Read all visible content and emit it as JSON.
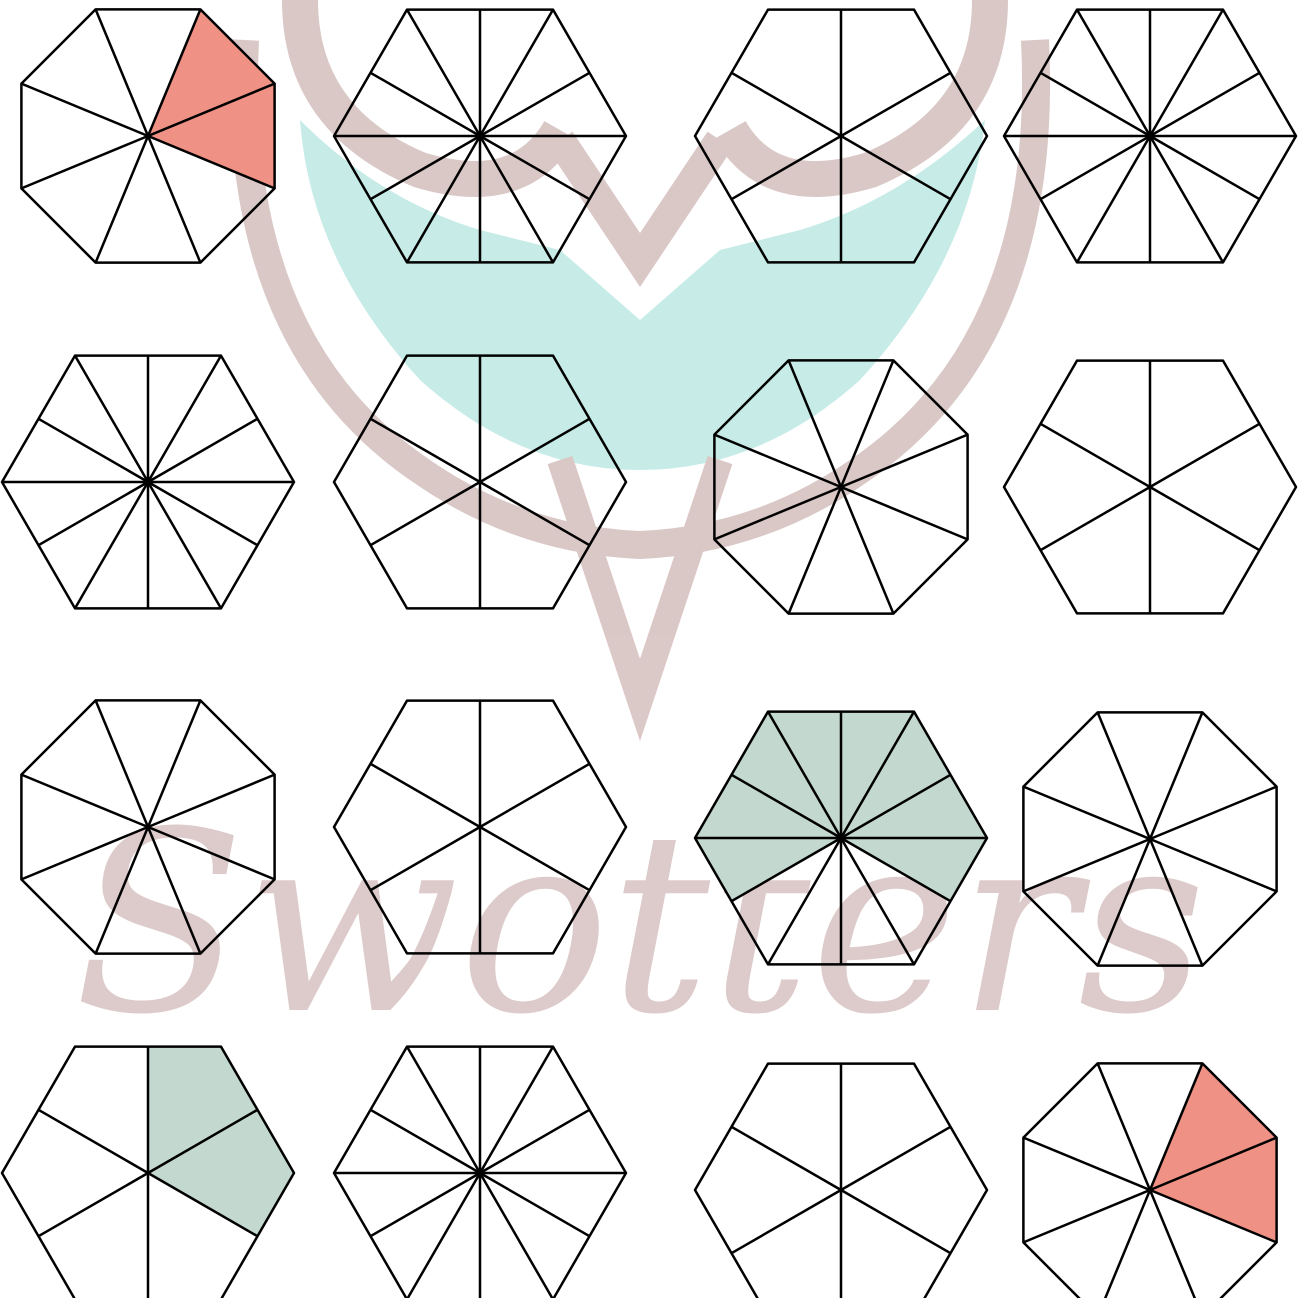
{
  "watermark": {
    "text": "Swotters",
    "logo_ring_color": "#d8c6c4",
    "logo_fill_color": "#c5ece7",
    "text_color": "#d7c3c1"
  },
  "colors": {
    "outline": "#000000",
    "background": "#ffffff",
    "red_fill": "#ef9285",
    "green_fill": "#c3d9cf"
  },
  "shapes": [
    {
      "polygon": "octagon",
      "sectors": 8,
      "shaded": [
        6,
        7
      ],
      "fill": "red"
    },
    {
      "polygon": "hexagon",
      "sectors": 12,
      "shaded": [],
      "fill": "none"
    },
    {
      "polygon": "hexagon",
      "sectors": 6,
      "shaded": [],
      "fill": "none"
    },
    {
      "polygon": "hexagon",
      "sectors": 12,
      "shaded": [],
      "fill": "none"
    },
    {
      "polygon": "hexagon",
      "sectors": 12,
      "shaded": [],
      "fill": "none"
    },
    {
      "polygon": "hexagon",
      "sectors": 6,
      "shaded": [],
      "fill": "none"
    },
    {
      "polygon": "octagon",
      "sectors": 8,
      "shaded": [],
      "fill": "none"
    },
    {
      "polygon": "hexagon",
      "sectors": 6,
      "shaded": [],
      "fill": "none"
    },
    {
      "polygon": "octagon",
      "sectors": 8,
      "shaded": [],
      "fill": "none"
    },
    {
      "polygon": "hexagon",
      "sectors": 6,
      "shaded": [],
      "fill": "none"
    },
    {
      "polygon": "hexagon",
      "sectors": 12,
      "shaded": [
        0,
        5,
        6,
        7,
        8,
        9,
        10,
        11
      ],
      "fill": "green"
    },
    {
      "polygon": "octagon",
      "sectors": 8,
      "shaded": [],
      "fill": "none"
    },
    {
      "polygon": "hexagon",
      "sectors": 6,
      "shaded": [
        4,
        5
      ],
      "fill": "green"
    },
    {
      "polygon": "hexagon",
      "sectors": 12,
      "shaded": [],
      "fill": "none"
    },
    {
      "polygon": "hexagon",
      "sectors": 6,
      "shaded": [],
      "fill": "none"
    },
    {
      "polygon": "octagon",
      "sectors": 8,
      "shaded": [
        6,
        7
      ],
      "fill": "red"
    }
  ]
}
